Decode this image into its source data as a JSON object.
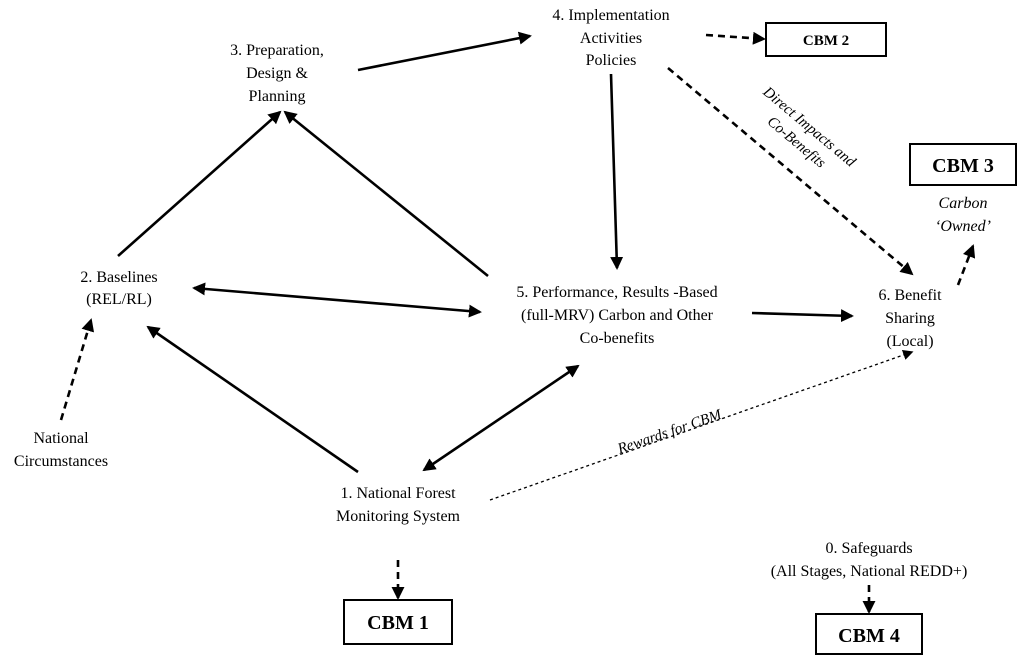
{
  "nodes": {
    "implementation": [
      "4. Implementation",
      "Activities",
      "Policies"
    ],
    "preparation": [
      "3. Preparation,",
      "Design &",
      "Planning"
    ],
    "baselines": [
      "2. Baselines",
      "(REL/RL)"
    ],
    "performance": [
      "5. Performance, Results -Based",
      "(full-MRV) Carbon and Other",
      "Co-benefits"
    ],
    "benefit_sharing": [
      "6. Benefit",
      "Sharing",
      "(Local)"
    ],
    "national_circumstances": [
      "National",
      "Circumstances"
    ],
    "monitoring": [
      "1. National Forest",
      "Monitoring System"
    ],
    "safeguards": [
      "0. Safeguards",
      "(All Stages, National REDD+)"
    ]
  },
  "boxes": {
    "cbm1": "CBM 1",
    "cbm2": "CBM 2",
    "cbm3": "CBM 3",
    "cbm4": "CBM 4"
  },
  "annotations": {
    "carbon_owned": [
      "Carbon",
      "‘Owned’"
    ],
    "direct_impacts": [
      "Direct Impacts and",
      "Co-Benefits"
    ],
    "rewards": "Rewards for CBM"
  }
}
